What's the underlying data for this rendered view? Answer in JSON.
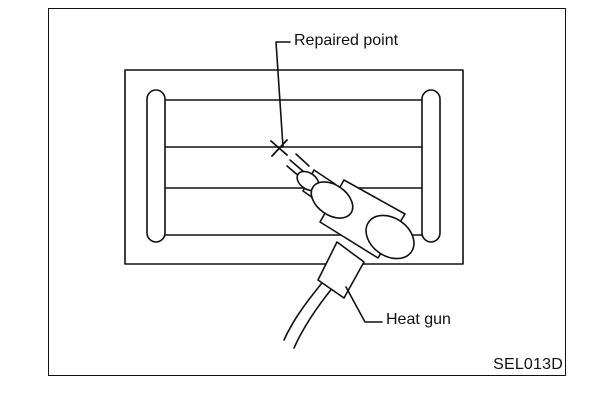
{
  "labels": {
    "repaired_point": "Repaired point",
    "heat_gun": "Heat gun",
    "figure_code": "SEL013D"
  },
  "colors": {
    "line": "#111111",
    "background": "#ffffff"
  }
}
